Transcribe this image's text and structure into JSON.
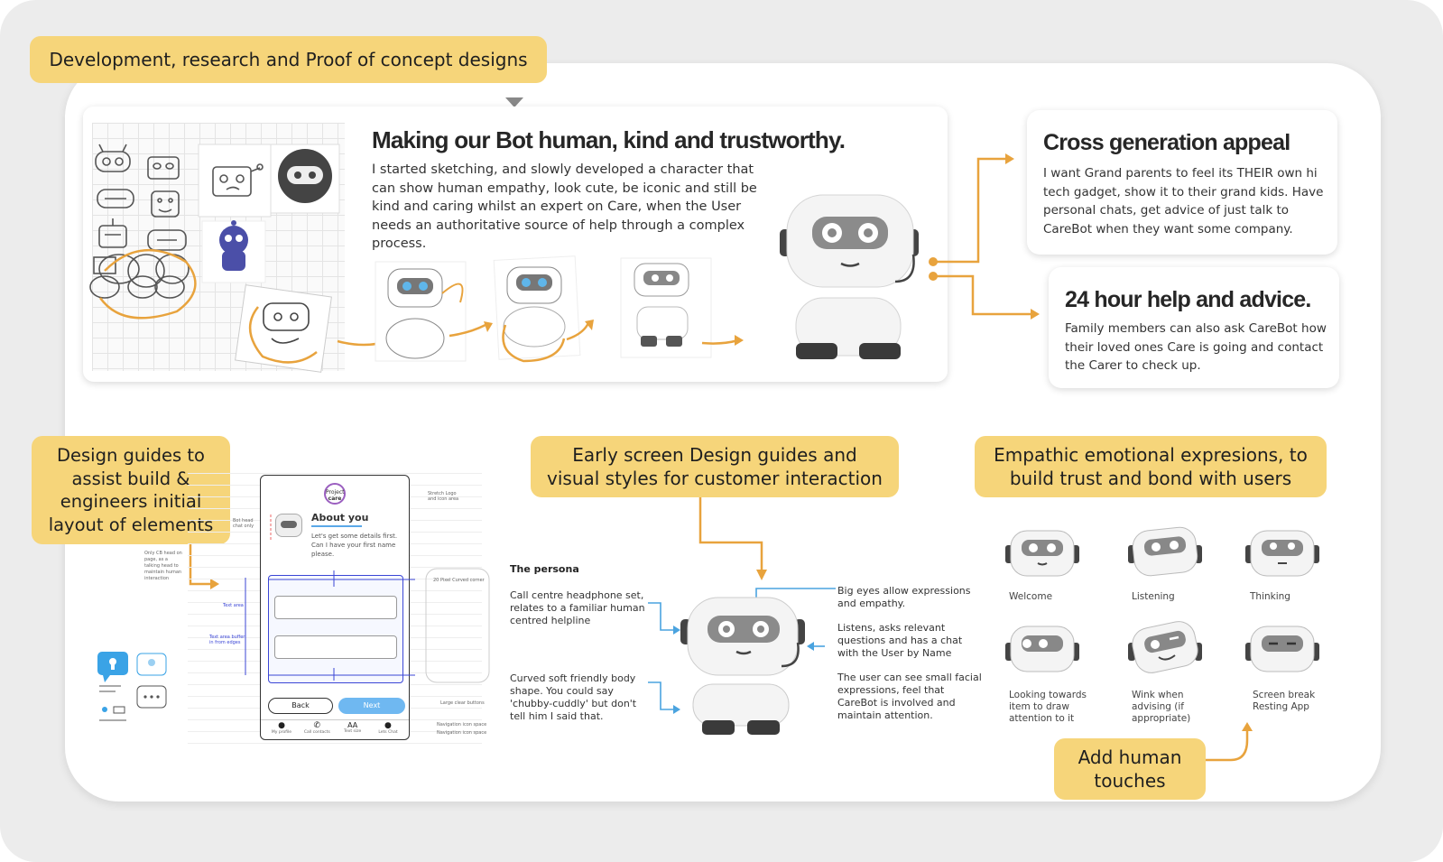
{
  "header_pill": "Development, research and Proof of concept designs",
  "hero": {
    "title": "Making our Bot human, kind and trustworthy.",
    "body": "I started sketching, and slowly developed a character that can show human empathy, look cute, be iconic and still be kind and caring whilst an expert on Care, when the User needs an authoritative source of help through a complex process."
  },
  "cross_generation": {
    "title": "Cross generation appeal",
    "body": "I want Grand parents to feel its THEIR own hi tech gadget, show it to their grand kids. Have personal chats, get advice of just talk to CareBot when they want some company."
  },
  "help_24": {
    "title": "24 hour help and advice.",
    "body": "Family members can also ask CareBot how their loved ones Care is going and contact the Carer to check up."
  },
  "pills": {
    "design_guides": "Design guides to assist build & engineers initial layout of elements",
    "early_screen": "Early screen Design guides and visual styles for customer interaction",
    "empathic": "Empathic emotional expresions, to build trust and bond with users",
    "human_touches": "Add human touches"
  },
  "phone": {
    "logo_top": "Project",
    "logo_bottom": "care",
    "title": "About you",
    "message": "Let's get some details first. Can I have your first name please.",
    "back_label": "Back",
    "next_label": "Next",
    "nav": [
      "My profile",
      "Call contacts",
      "Text size",
      "Lets Chat"
    ],
    "notes_left": [
      "Bot head chat only",
      "Only CB head on page, as a talking head to maintain human interaction",
      "Text area",
      "Text area buffer in from edges"
    ],
    "notes_right": [
      "Stretch Logo and icon area",
      "20 Pixel Curved corner",
      "Large clear buttons",
      "Navigation icon space",
      "Navigation icon space"
    ]
  },
  "persona": {
    "title": "The persona",
    "left_notes": [
      "Call centre headphone set, relates to a familiar human centred helpline",
      "Curved soft friendly body shape. You could say 'chubby-cuddly' but don't tell him I said that."
    ],
    "right_notes": [
      "Big eyes allow expressions and empathy.",
      "Listens, asks relevant questions and has a chat with the User by Name",
      "The user can see small facial expressions, feel that CareBot is involved and maintain attention."
    ]
  },
  "expressions": [
    {
      "label": "Welcome"
    },
    {
      "label": "Listening"
    },
    {
      "label": "Thinking"
    },
    {
      "label": "Looking towards item to draw attention to it"
    },
    {
      "label": "Wink when advising (if appropriate)"
    },
    {
      "label": "Screen break Resting App"
    }
  ],
  "colors": {
    "accent_yellow": "#f6d57a",
    "arrow_orange": "#e8a33d",
    "callout_blue": "#4aa3df",
    "board_bg": "#ffffff",
    "outer_bg": "#ececec"
  }
}
